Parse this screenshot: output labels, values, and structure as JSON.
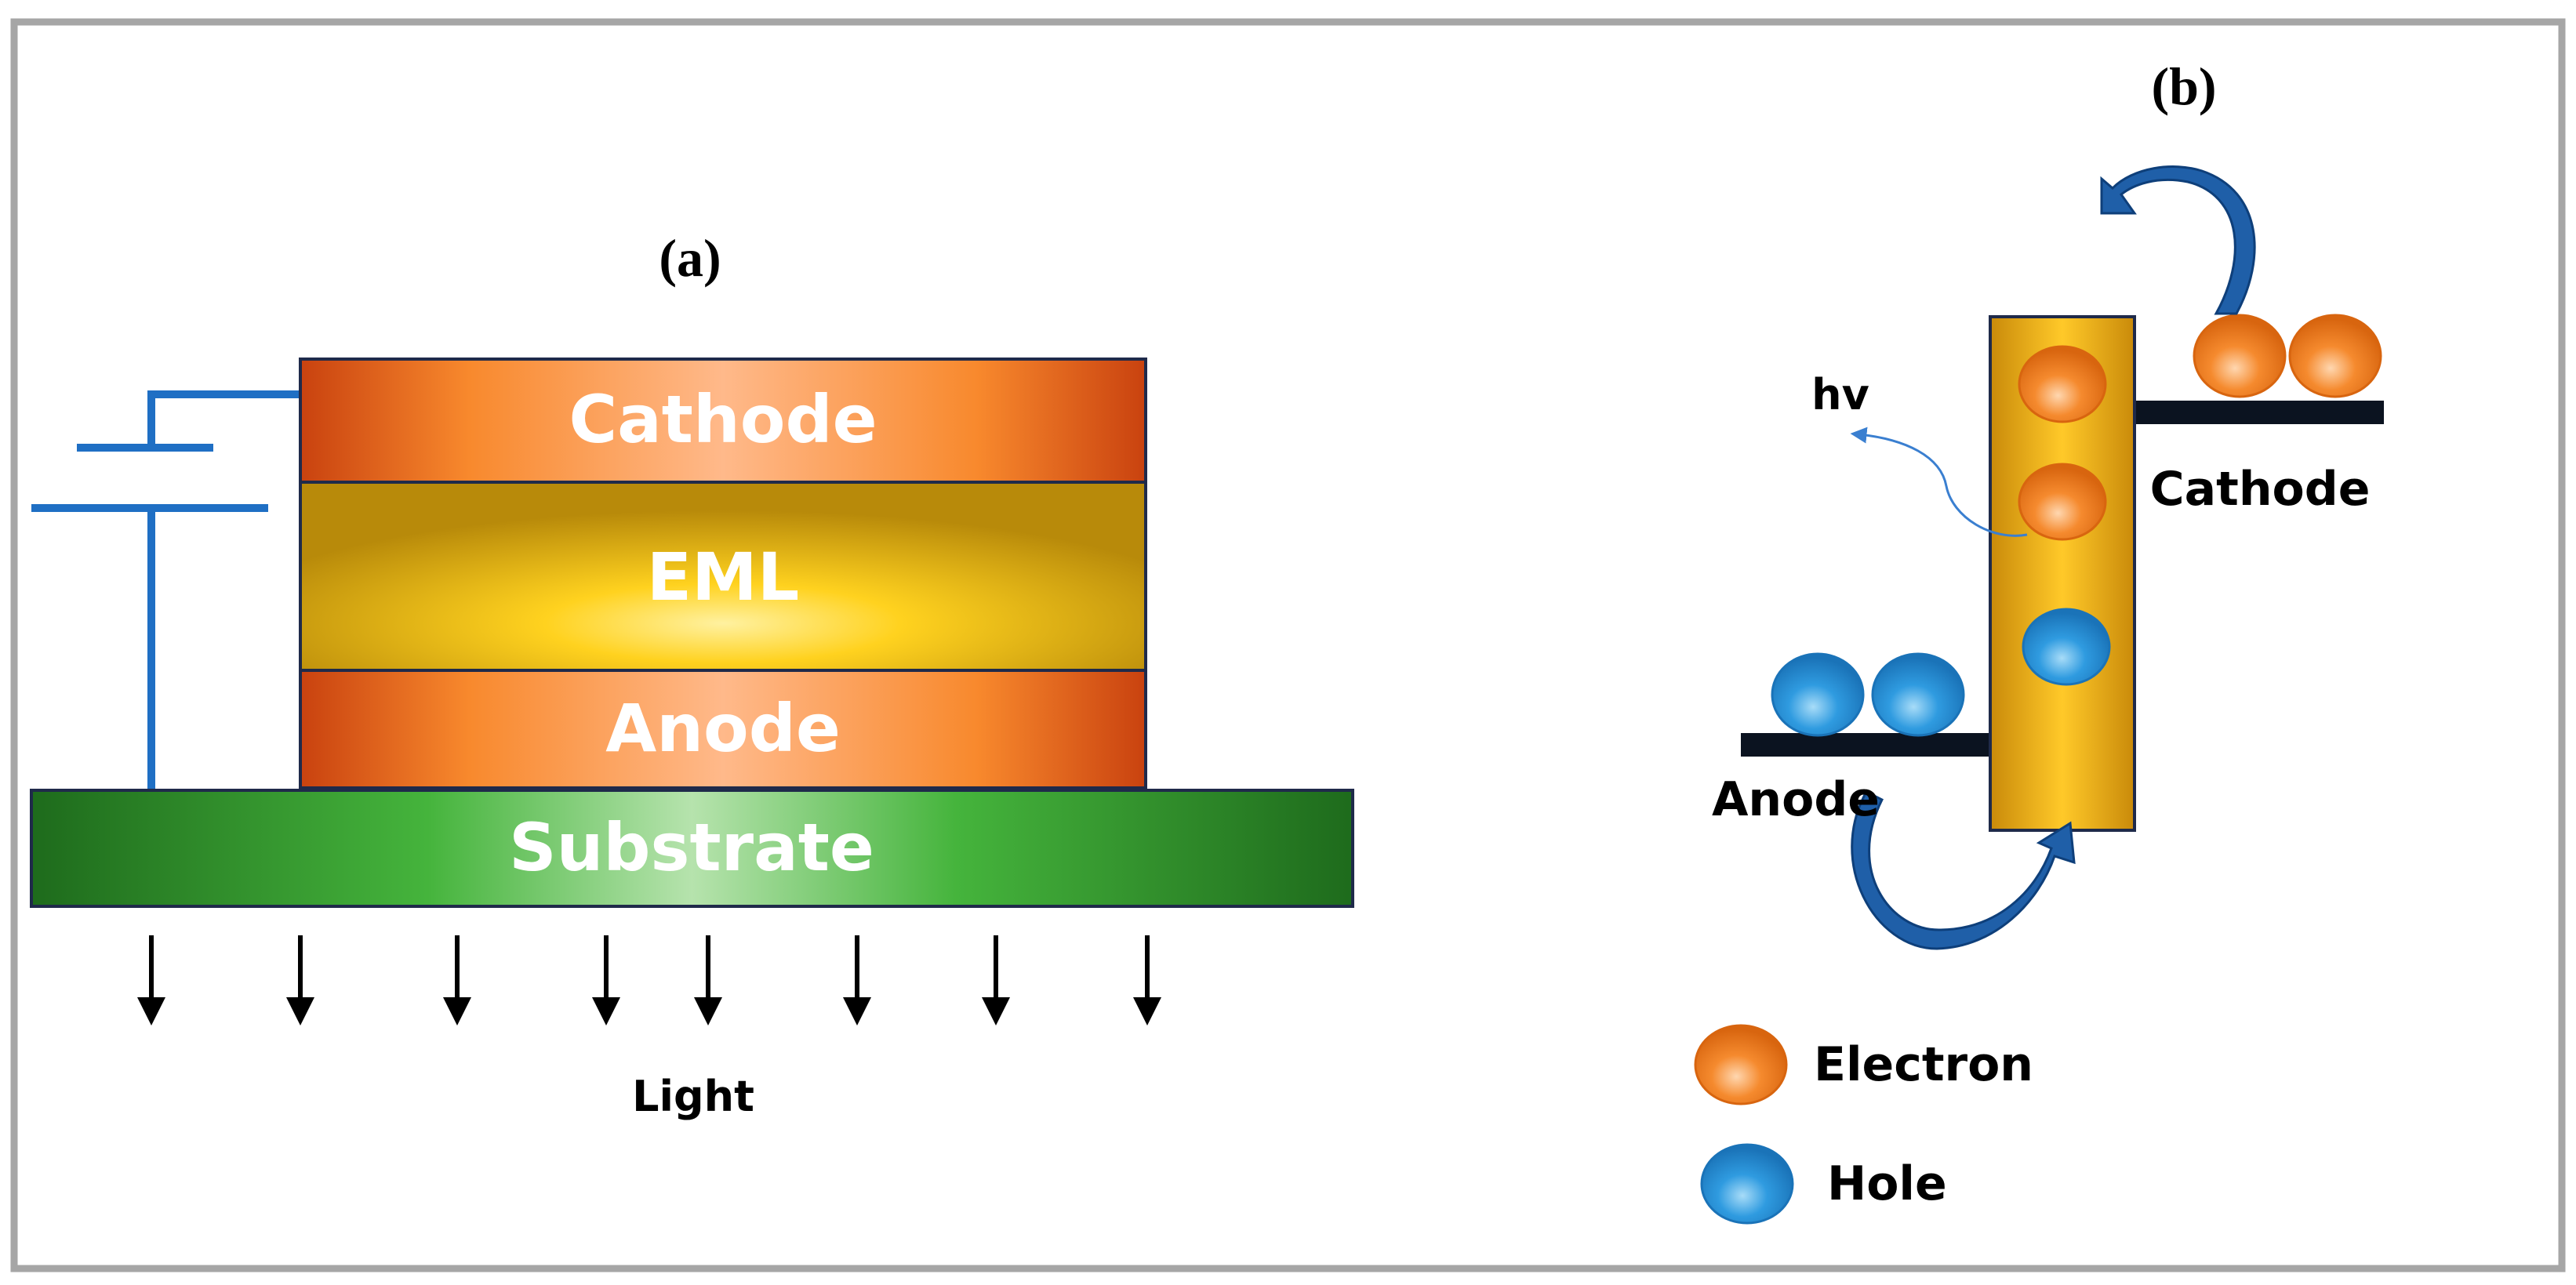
{
  "panel_a": {
    "label": "(a)",
    "layers": {
      "cathode": "Cathode",
      "eml": "EML",
      "anode": "Anode",
      "substrate": "Substrate"
    },
    "light_label": "Light"
  },
  "panel_b": {
    "label": "(b)",
    "hv_label": "hv",
    "cathode_label": "Cathode",
    "anode_label": "Anode",
    "legend": {
      "electron": "Electron",
      "hole": "Hole"
    }
  },
  "colors": {
    "orange_layer": "#f5832a",
    "eml_yellow": "#ffd21f",
    "substrate_green": "#38a832",
    "wire_blue": "#1f6fc4",
    "electron": "#f07a22",
    "hole": "#2a93d5",
    "arrow_blue": "#1f5fa8",
    "frame_gray": "#a6a6a6"
  }
}
